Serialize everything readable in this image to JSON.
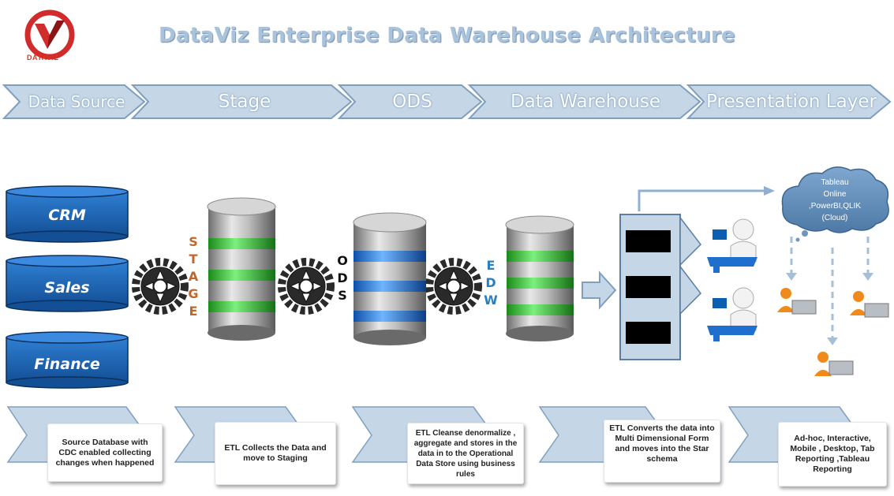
{
  "title": "DataViz Enterprise Data Warehouse Architecture",
  "logo": {
    "text": "DATAVIZ",
    "color": "#d22b2b"
  },
  "stages": [
    {
      "label": "Data Source"
    },
    {
      "label": "Stage"
    },
    {
      "label": "ODS"
    },
    {
      "label": "Data Warehouse"
    },
    {
      "label": "Presentation Layer"
    }
  ],
  "sources": [
    {
      "label": "CRM"
    },
    {
      "label": "Sales"
    },
    {
      "label": "Finance"
    }
  ],
  "databases": [
    {
      "letters": [
        "S",
        "T",
        "A",
        "G",
        "E"
      ],
      "color": "#c0672c",
      "ring_color": "#3fcf3f"
    },
    {
      "letters": [
        "O",
        "D",
        "S"
      ],
      "color": "#111111",
      "ring_color": "#3a8ff0"
    },
    {
      "letters": [
        "E",
        "D",
        "W"
      ],
      "color": "#2a7fc0",
      "ring_color": "#3fcf3f"
    }
  ],
  "cloud": {
    "lines": [
      "Tableau",
      "Online",
      ",PowerBI,QLIK",
      "(Cloud)"
    ]
  },
  "descriptions": [
    "Source Database with CDC enabled collecting changes when happened",
    "ETL Collects  the Data and move to Staging",
    "ETL Cleanse denormalize , aggregate and stores in the data in to the Operational Data Store using business rules",
    "ETL   Converts the data into Multi Dimensional Form  and moves into the Star schema",
    "Ad-hoc,  Interactive, Mobile , Desktop, Tab Reporting ,Tableau Reporting"
  ],
  "colors": {
    "arrow_fill": "#c5d6e7",
    "arrow_stroke": "#7f9fbf",
    "source_blue": "#1f67b8",
    "title": "#a9c3dc"
  }
}
